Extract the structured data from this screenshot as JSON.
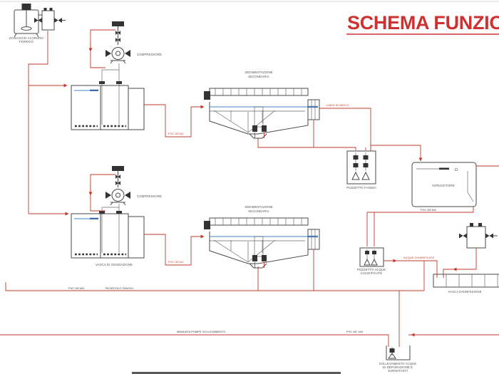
{
  "title": "SCHEMA FUNZIONALE",
  "colors": {
    "title_red": "#cf3030",
    "pipe_red": "#c0392b",
    "line_black": "#4a4a4a",
    "water_blue": "#6b9cd0"
  },
  "components": {
    "ferric_dosing": {
      "label1": "DOSAGGIO CLORURO",
      "label2": "FERRICO"
    },
    "compressor_1": {
      "label": "COMPRESSORE"
    },
    "compressor_2": {
      "label": "COMPRESSORE"
    },
    "oxidation_tank": {
      "label": "VASCA DI OSSIDAZIONE"
    },
    "clarifier_1": {
      "label1": "SEDIMENTAZIONE",
      "label2": "SECONDARIA"
    },
    "clarifier_2": {
      "label1": "SEDIMENTAZIONE",
      "label2": "SECONDARIA"
    },
    "sludge_pit": {
      "label": "POZZETTO FANGHI"
    },
    "thickener": {
      "label": "ISPESSITORE"
    },
    "clarified_water_pit": {
      "label1": "POZZETTO ACQUE",
      "label2": "CHIARIFICATE"
    },
    "disinfection_tank": {
      "label": "VASCA DISINFEZIONE"
    },
    "lift_station": {
      "label1": "SOLLEVAMENTO ACQUE",
      "label2": "DI DEPURAZIONE E",
      "label3": "SURNATANTI"
    }
  },
  "pipe_labels": {
    "linea_scarico": "LINEA SCARICO",
    "acque_chiarificate": "ACQUE CHIARIFICATE",
    "pvc_de160_a": "PVC DE160",
    "ricircolo_fanghi": "RICIRCOLO FANGHI",
    "mandata": "MANDATA POMPE SOLLEVAMENTO",
    "pvc_de160_b": "PVC DE 160",
    "pvc_de160_c": "PVC DE160",
    "pvc_de110_a": "PVC DE110",
    "pvc_de110_b": "PVC DE110"
  }
}
